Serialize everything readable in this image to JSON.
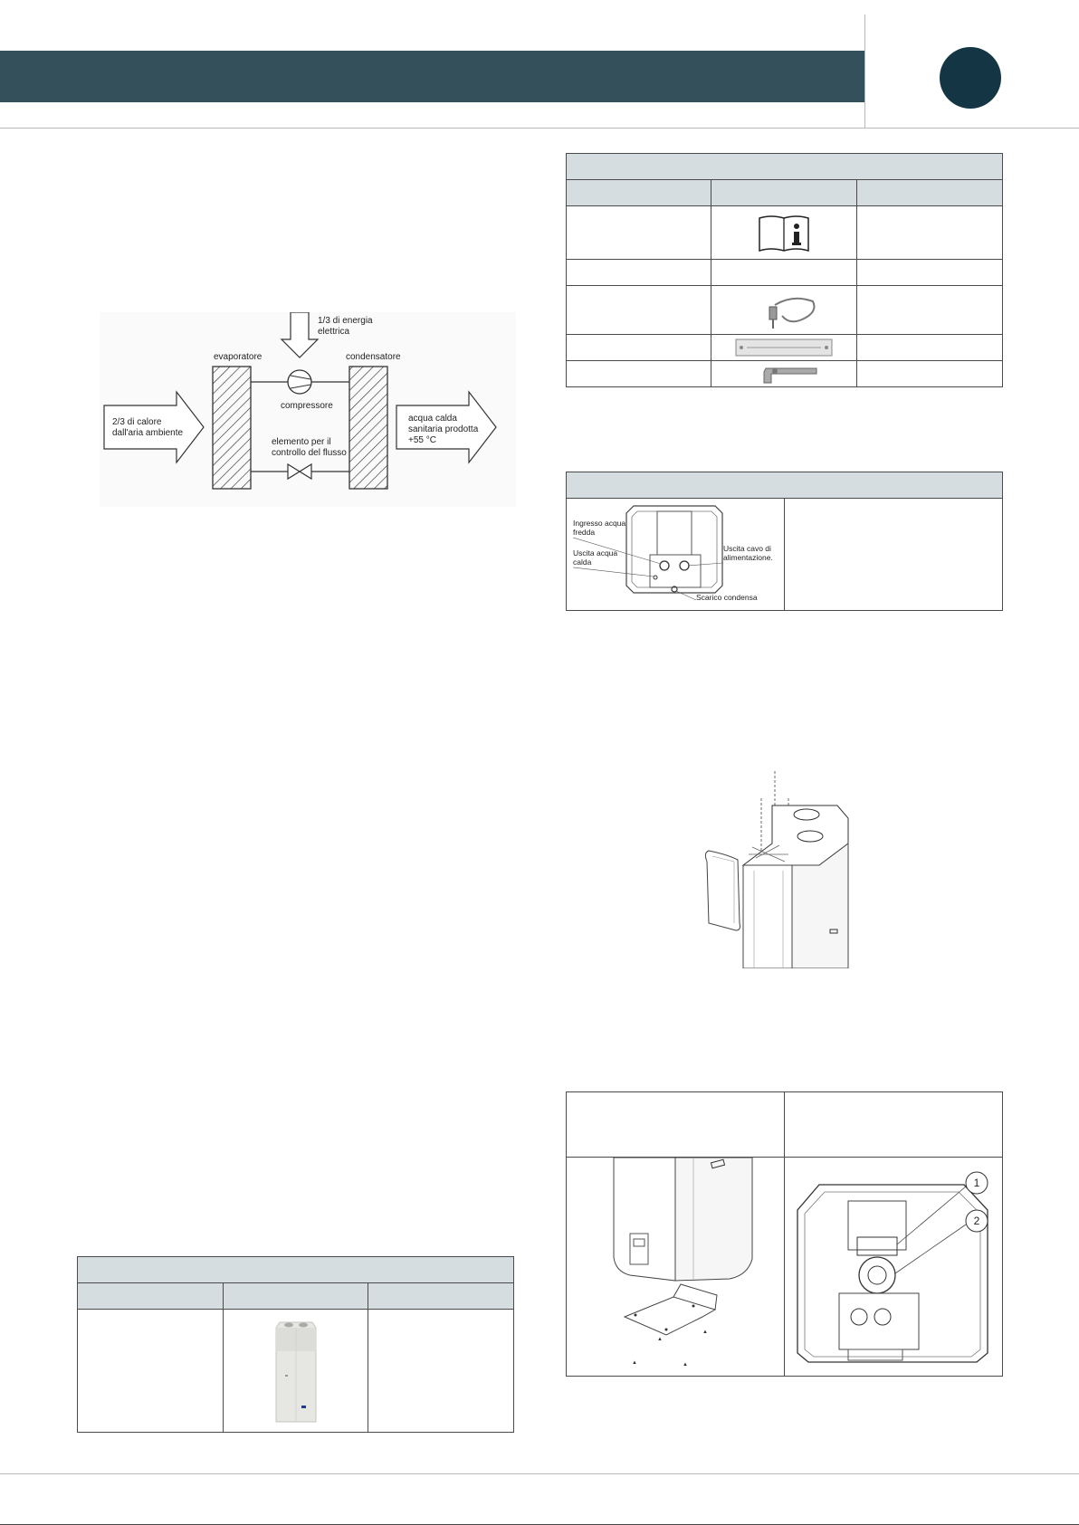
{
  "diagram": {
    "energy_label_1": "1/3 di energia",
    "energy_label_2": "elettrica",
    "evaporator_label": "evaporatore",
    "condenser_label": "condensatore",
    "compressor_label": "compressore",
    "ambient_label_1": "2/3 di calore",
    "ambient_label_2": "dall'aria ambiente",
    "output_label_1": "acqua calda",
    "output_label_2": "sanitaria prodotta",
    "output_label_3": "+55 °C",
    "flow_label_1": "elemento per il",
    "flow_label_2": "controllo del flusso"
  },
  "connections_figure": {
    "cold_in_1": "Ingresso acqua",
    "cold_in_2": "fredda",
    "hot_out_1": "Uscita acqua",
    "hot_out_2": "calda",
    "cable_1": "Uscita cavo di",
    "cable_2": "alimentazione.",
    "drain": "Scarico condensa"
  },
  "detail_figure": {
    "callout_1": "1",
    "callout_2": "2"
  },
  "colors": {
    "header_band": "#34505a",
    "header_circle": "#143543",
    "table_header": "#d5dde0"
  }
}
